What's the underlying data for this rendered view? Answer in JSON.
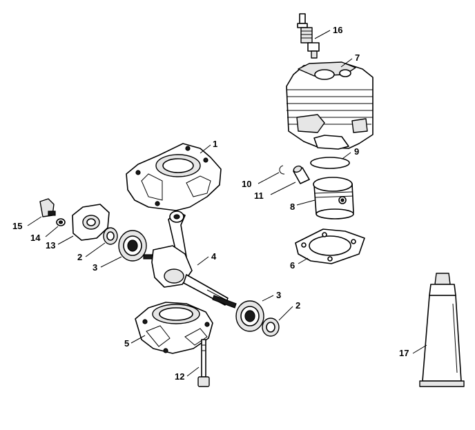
{
  "callouts": [
    {
      "id": "label-1",
      "text": "1"
    },
    {
      "id": "label-2a",
      "text": "2"
    },
    {
      "id": "label-2b",
      "text": "2"
    },
    {
      "id": "label-3a",
      "text": "3"
    },
    {
      "id": "label-3b",
      "text": "3"
    },
    {
      "id": "label-4",
      "text": "4"
    },
    {
      "id": "label-5",
      "text": "5"
    },
    {
      "id": "label-6",
      "text": "6"
    },
    {
      "id": "label-7",
      "text": "7"
    },
    {
      "id": "label-8",
      "text": "8"
    },
    {
      "id": "label-9",
      "text": "9"
    },
    {
      "id": "label-10",
      "text": "10"
    },
    {
      "id": "label-11",
      "text": "11"
    },
    {
      "id": "label-12",
      "text": "12"
    },
    {
      "id": "label-13",
      "text": "13"
    },
    {
      "id": "label-14",
      "text": "14"
    },
    {
      "id": "label-15",
      "text": "15"
    },
    {
      "id": "label-16",
      "text": "16"
    },
    {
      "id": "label-17",
      "text": "17"
    }
  ],
  "colors": {
    "line": "#000000",
    "background": "#ffffff",
    "shade": "#e6e6e6"
  }
}
